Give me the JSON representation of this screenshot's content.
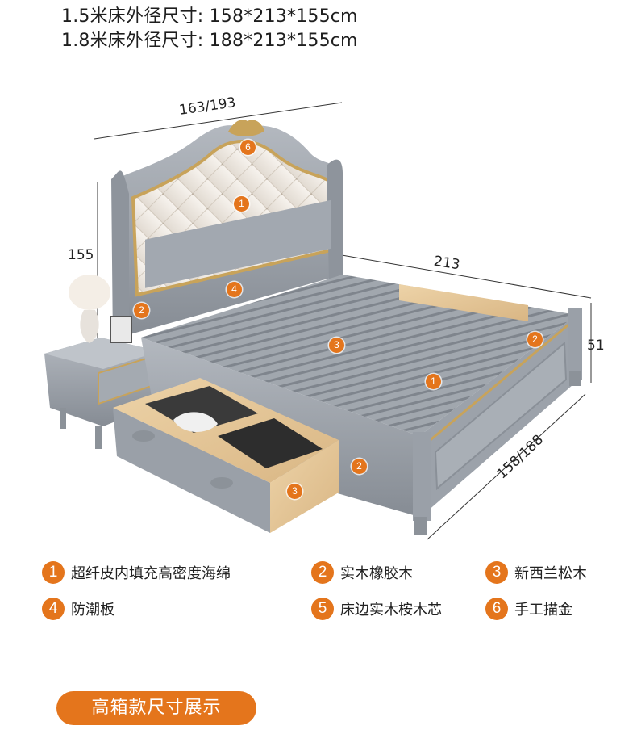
{
  "specs": {
    "line_1": "1.5米床外径尺寸: 158*213*155cm",
    "line_2": "1.8米床外径尺寸: 188*213*155cm"
  },
  "dimensions": {
    "width": "163/193",
    "height": "155",
    "length": "213",
    "foot_height": "51",
    "outer_width": "158/188"
  },
  "callouts": [
    "6",
    "1",
    "4",
    "2",
    "3",
    "2",
    "1",
    "2",
    "3"
  ],
  "legend": [
    {
      "number": "1",
      "label": "超纤皮内填充高密度海绵"
    },
    {
      "number": "2",
      "label": "实木橡胶木"
    },
    {
      "number": "3",
      "label": "新西兰松木"
    },
    {
      "number": "4",
      "label": "防潮板"
    },
    {
      "number": "5",
      "label": "床边实木桉木芯"
    },
    {
      "number": "6",
      "label": "手工描金"
    }
  ],
  "cta_label": "高箱款尺寸展示",
  "colors": {
    "accent": "#e4751c",
    "frame": "#9aa0a8",
    "gold": "#c8a35a",
    "leather": "#f1ece6",
    "wood": "#e6c89a"
  }
}
